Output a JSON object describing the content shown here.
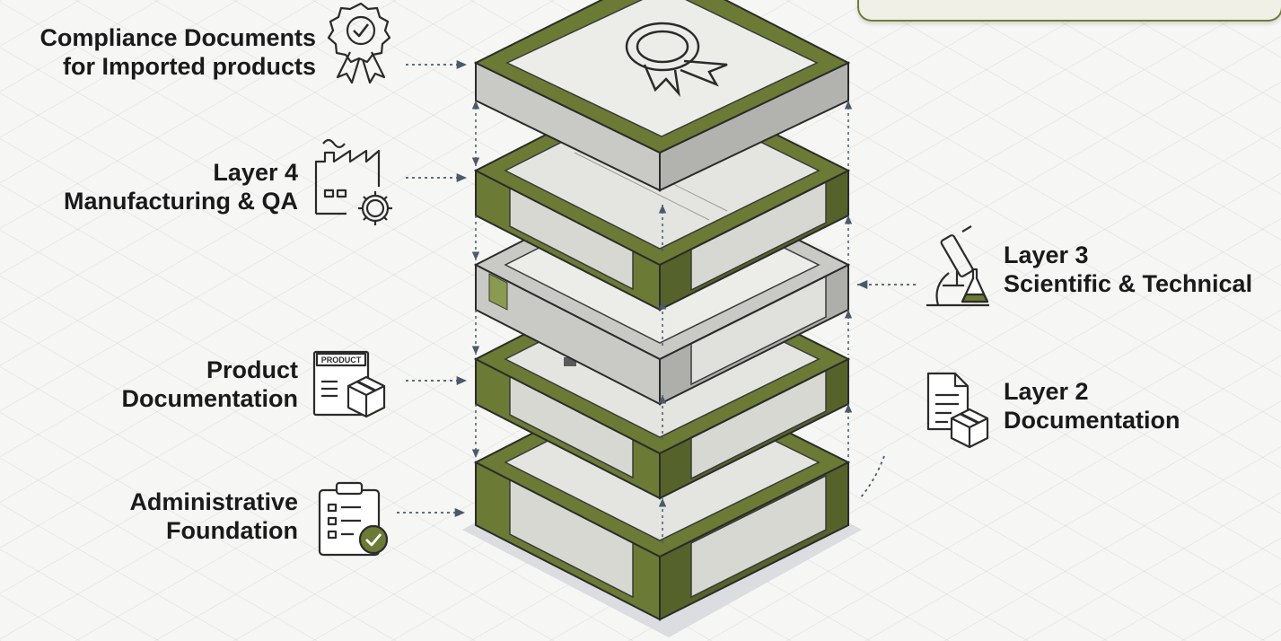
{
  "labels": {
    "compliance": {
      "line1": "Compliance Documents",
      "line2": "for Imported products"
    },
    "layer4": {
      "line1": "Layer 4",
      "line2": "Manufacturing & QA"
    },
    "product": {
      "line1": "Product",
      "line2": "Documentation"
    },
    "administrative": {
      "line1": "Administrative",
      "line2": "Foundation"
    },
    "layer3": {
      "line1": "Layer 3",
      "line2": "Scientific & Technical"
    },
    "layer2": {
      "line1": "Layer 2",
      "line2": "Documentation"
    }
  },
  "icons": {
    "compliance": "ribbon-badge-icon",
    "layer4": "factory-gear-icon",
    "product": "product-box-icon",
    "administrative": "clipboard-check-icon",
    "layer3": "microscope-flask-icon",
    "layer2": "document-box-icon"
  },
  "product_tag": "PRODUCT",
  "colors": {
    "olive": "#6b7a35",
    "olive_dark": "#4e5a24",
    "olive_light": "#8a9a4e",
    "paper": "#e9e9e6",
    "ink": "#1a1a1a"
  }
}
